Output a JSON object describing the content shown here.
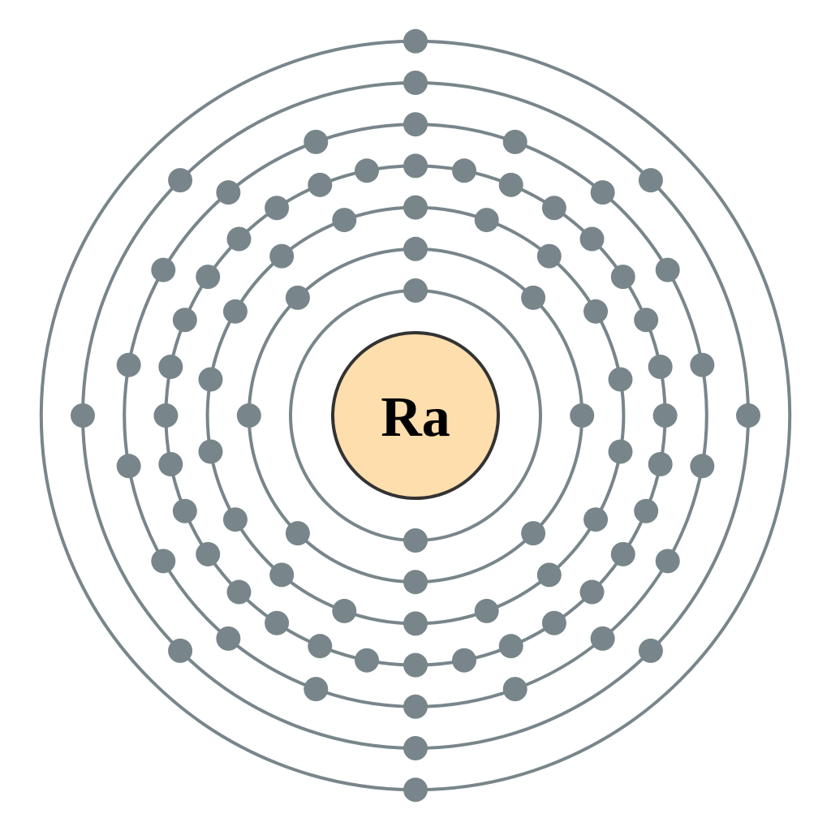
{
  "element": {
    "symbol": "Ra",
    "shells": [
      2,
      8,
      18,
      32,
      18,
      8,
      2
    ]
  },
  "colors": {
    "nucleus_fill": "#ffdead",
    "nucleus_stroke": "#333333",
    "shell": "#78868b",
    "electron": "#78868b",
    "symbol": "#000000"
  }
}
